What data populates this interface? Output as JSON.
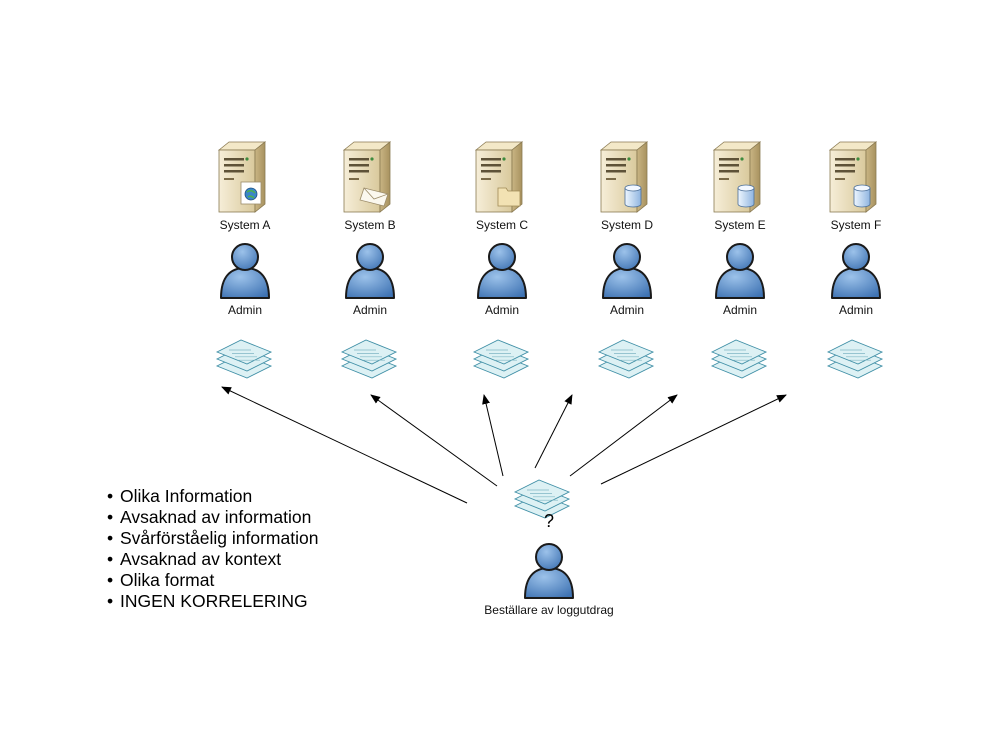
{
  "systems": [
    {
      "label": "System A",
      "role": "Admin",
      "server_badge": "globe"
    },
    {
      "label": "System B",
      "role": "Admin",
      "server_badge": "mail"
    },
    {
      "label": "System C",
      "role": "Admin",
      "server_badge": "folder"
    },
    {
      "label": "System D",
      "role": "Admin",
      "server_badge": "database"
    },
    {
      "label": "System E",
      "role": "Admin",
      "server_badge": "database"
    },
    {
      "label": "System F",
      "role": "Admin",
      "server_badge": "database"
    }
  ],
  "requester": {
    "label": "Beställare av loggutdrag",
    "question_mark": "?"
  },
  "issues": [
    "Olika Information",
    "Avsaknad av information",
    "Svårförståelig information",
    "Avsaknad av kontext",
    "Olika format",
    "INGEN KORRELERING"
  ],
  "colors": {
    "server_body": "#e9dcb8",
    "server_shade": "#b8a477",
    "person_fill": "#5b8cc6",
    "person_stroke": "#1a1a1a",
    "docs_fill": "#ddf1f4",
    "docs_stroke": "#3f8fa6",
    "arrow": "#000000"
  }
}
